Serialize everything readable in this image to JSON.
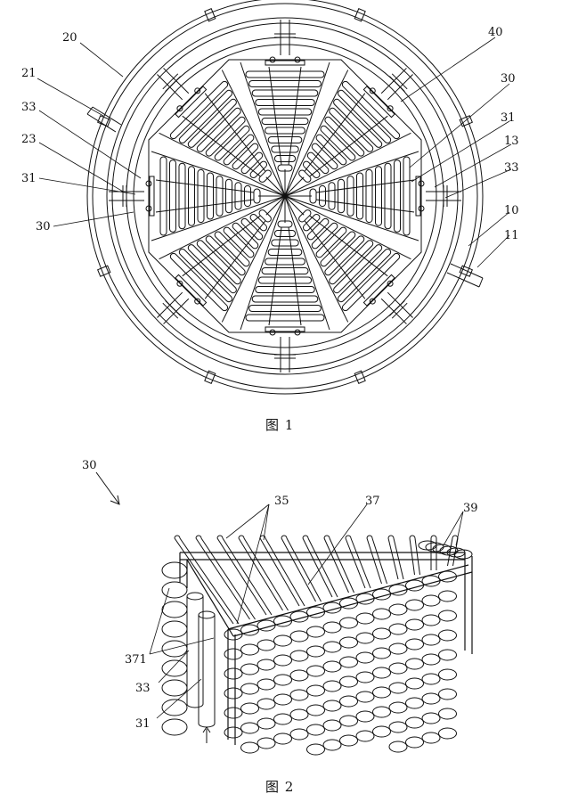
{
  "figure1": {
    "caption": "图 1",
    "labels": {
      "l20": "20",
      "l21": "21",
      "l33a": "33",
      "l23": "23",
      "l31a": "31",
      "l30a": "30",
      "l40": "40",
      "l30b": "30",
      "l31b": "31",
      "l13": "13",
      "l33b": "33",
      "l10": "10",
      "l11": "11"
    }
  },
  "figure2": {
    "caption": "图 2",
    "labels": {
      "l30": "30",
      "l35": "35",
      "l37": "37",
      "l39": "39",
      "l371": "371",
      "l33": "33",
      "l31": "31"
    }
  }
}
